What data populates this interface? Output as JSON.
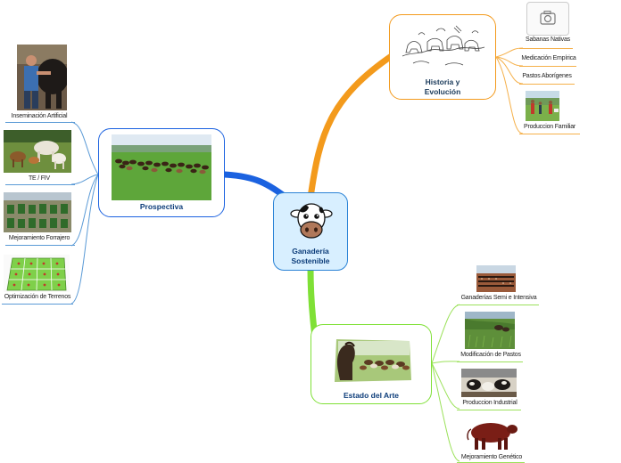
{
  "colors": {
    "central": "#2b83d6",
    "historia": "#f39a1c",
    "prospectiva": "#1b62e0",
    "estado": "#7fe036",
    "leaf_line_blue": "#5a9ad6",
    "leaf_line_orange": "#f5b04a",
    "leaf_line_green": "#9be15a"
  },
  "central": {
    "title": "Ganadería Sostenible",
    "icon": "cow-face-icon"
  },
  "historia": {
    "title": "Historia y Evolución",
    "icon": "cattle-sketch-image",
    "leaves": [
      {
        "label": "Sabanas Nativas",
        "icon": "camera-placeholder-icon"
      },
      {
        "label": "Medicación Empírica"
      },
      {
        "label": "Pastos Aborígenes"
      },
      {
        "label": "Produccion Familiar",
        "icon": "farm-family-photo"
      }
    ]
  },
  "prospectiva": {
    "title": "Prospectiva",
    "icon": "cattle-pasture-photo",
    "leaves": [
      {
        "label": "Inseminación Artificial",
        "icon": "insemination-photo"
      },
      {
        "label": "TE / FIV",
        "icon": "cows-field-photo"
      },
      {
        "label": "Mejoramiento Forrajero",
        "icon": "forage-plots-photo"
      },
      {
        "label": "Optimización de Terrenos",
        "icon": "paddock-plan-image"
      }
    ]
  },
  "estado": {
    "title": "Estado del Arte",
    "icon": "horse-cattle-photo",
    "leaves": [
      {
        "label": "Ganaderías Semi e Intensiva",
        "icon": "feedlot-photo"
      },
      {
        "label": "Modificación de Pastos",
        "icon": "improved-pasture-photo"
      },
      {
        "label": "Produccion Industrial",
        "icon": "dairy-barn-photo"
      },
      {
        "label": "Mejoramiento Genético",
        "icon": "bull-photo"
      }
    ]
  }
}
